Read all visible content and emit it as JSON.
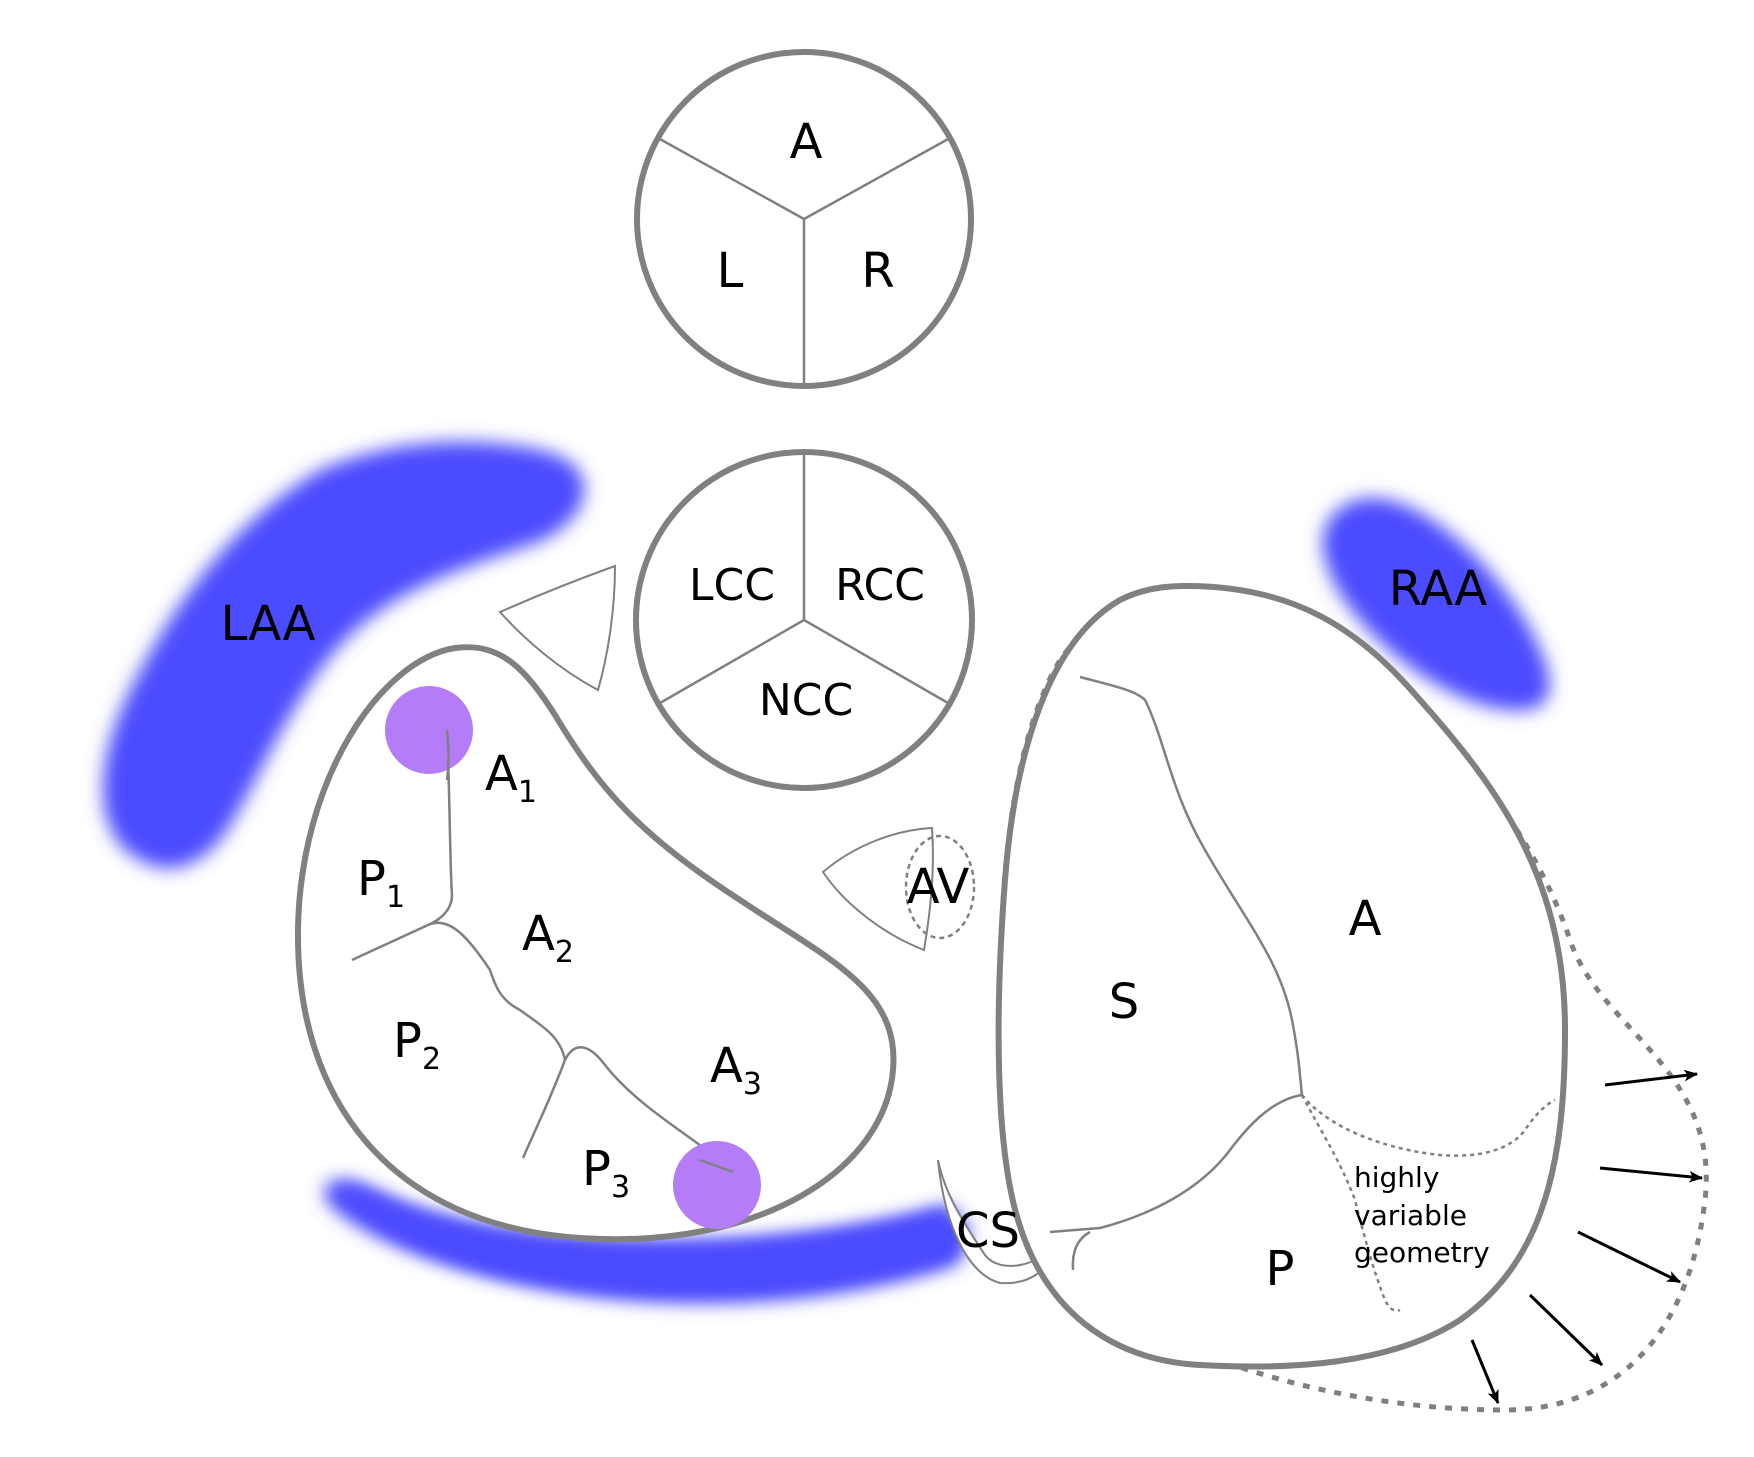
{
  "aortic_valve_schematic": {
    "anterior": "A",
    "left": "L",
    "right": "R"
  },
  "aortic_cusps": {
    "left": "LCC",
    "right": "RCC",
    "noncoronary": "NCC"
  },
  "appendages": {
    "left": "LAA",
    "right": "RAA"
  },
  "mitral_valve": {
    "anterior_scallops": [
      {
        "letter": "A",
        "index": "1"
      },
      {
        "letter": "A",
        "index": "2"
      },
      {
        "letter": "A",
        "index": "3"
      }
    ],
    "posterior_scallops": [
      {
        "letter": "P",
        "index": "1"
      },
      {
        "letter": "P",
        "index": "2"
      },
      {
        "letter": "P",
        "index": "3"
      }
    ]
  },
  "landmarks": {
    "av_node": "AV",
    "coronary_sinus": "CS"
  },
  "tricuspid_valve": {
    "septal": "S",
    "anterior": "A",
    "posterior": "P",
    "note_lines": [
      "highly",
      "variable",
      "geometry"
    ]
  },
  "colors": {
    "appendage_blue": "#4b4bff",
    "commissure_purple": "#b57cf7",
    "outline_gray": "#808080"
  }
}
